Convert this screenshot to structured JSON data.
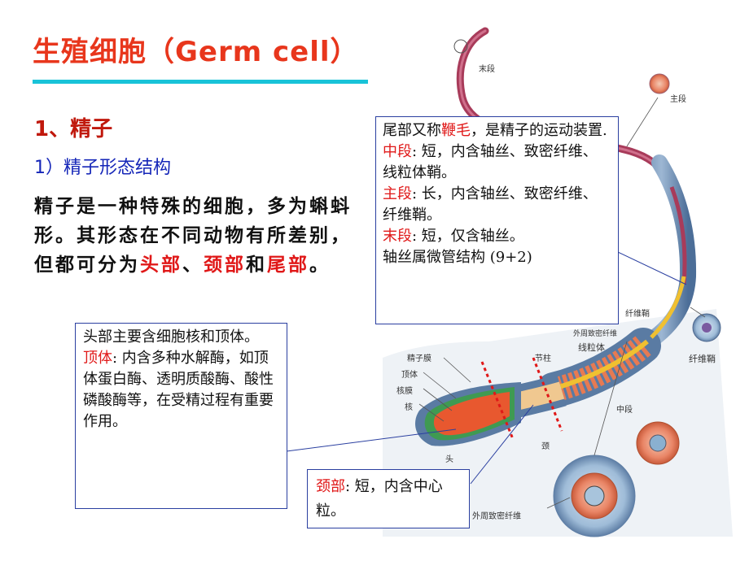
{
  "title": "生殖细胞（Germ cell）",
  "section": "1、精子",
  "subsection": "1）精子形态结构",
  "intro": {
    "part1": "精子是一种特殊的细胞，多为蝌蚪形。其形态在不同动物有所差别，但都可分为",
    "head": "头部",
    "sep1": "、",
    "neck": "颈部",
    "and": "和",
    "tail": "尾部",
    "end": "。"
  },
  "tail_box": {
    "line1a": "尾部又称",
    "flagellum": "鞭毛",
    "line1b": "，是精子的运动装置.",
    "mid_label": "中段",
    "mid_text": ": 短，内含轴丝、致密纤维、线粒体鞘。",
    "main_label": "主段",
    "main_text": ": 长，内含轴丝、致密纤维、纤维鞘。",
    "end_label": "末段",
    "end_text": ": 短，仅含轴丝。",
    "axoneme": "轴丝属微管结构 (9+2)"
  },
  "head_box": {
    "line1": "头部主要含细胞核和顶体。",
    "acro_label": "顶体",
    "acro_text": ": 内含多种水解酶，如顶体蛋白酶、透明质酸酶、酸性磷酸酶等，在受精过程有重要作用。"
  },
  "neck_box": {
    "label": "颈部",
    "text": ": 短，内含中心粒。"
  },
  "figure_labels": {
    "end_piece": "末段",
    "main_piece": "主段",
    "fibrous_sheath": "纤维鞘",
    "outer_dense_fiber": "外周致密纤维",
    "mitochondrial_sheath": "线粒体",
    "fibrous_sheath2": "纤维鞘",
    "sperm_membrane": "精子膜",
    "acrosome": "顶体",
    "nuclear_membrane": "核膜",
    "nucleus": "核",
    "segmented_column": "节柱",
    "middle_piece": "中段",
    "neck": "颈",
    "head": "头",
    "outer_dense_fiber2": "外周致密纤维"
  }
}
